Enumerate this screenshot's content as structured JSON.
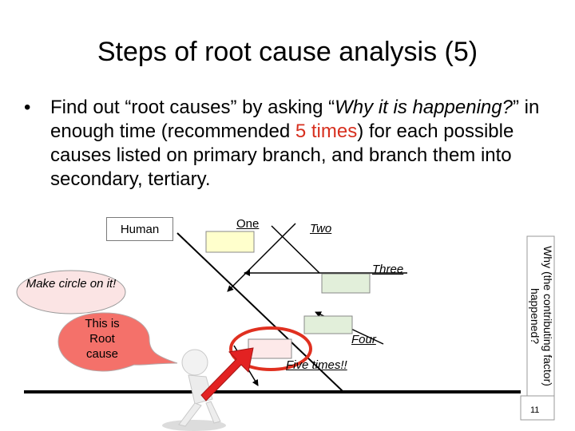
{
  "title": "Steps of root cause analysis (5)",
  "bullet": {
    "mark": "•",
    "pre1": "Find out “root causes” by asking “",
    "q1": "Why it is happening?",
    "post1": "” in enough time (recommended ",
    "five": "5 times",
    "post2": ") for each possible causes listed on primary branch, and branch them into secondary, tertiary."
  },
  "diagram": {
    "human": "Human",
    "one": "One",
    "two": "Two",
    "three": "Three",
    "four": "Four",
    "five_times": "Five times!!",
    "why_line1": "Why (the contributing factor)",
    "why_line2": "happened?",
    "make_circle": "Make circle on it!",
    "root_cause": "This is Root cause"
  },
  "colors": {
    "box_fill_yellow": "#ffffcc",
    "box_fill_green": "#e2efda",
    "box_fill_pink": "#fde9e9",
    "root_circle": "#e03020",
    "callout_pink": "#fbe4e4",
    "root_callout_fill": "#f4716a",
    "arrow_red": "#e32222"
  },
  "page_number": "11"
}
